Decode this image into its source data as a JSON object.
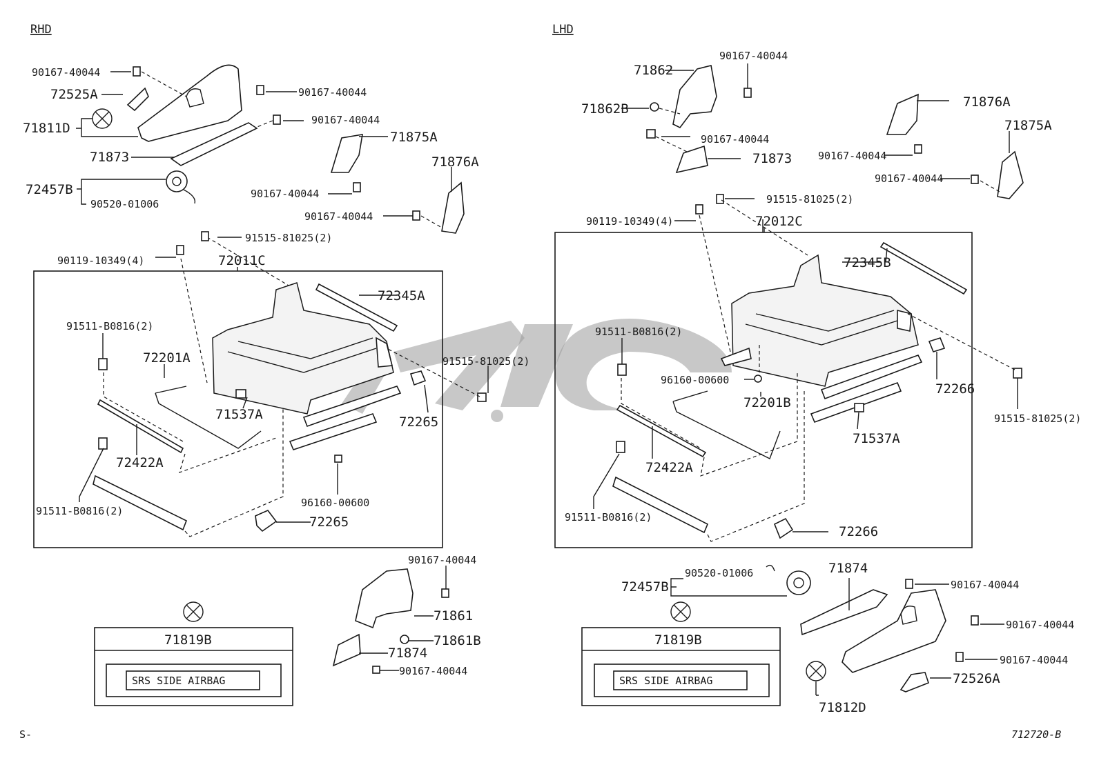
{
  "headers": {
    "left": "RHD",
    "right": "LHD"
  },
  "rhd_labels": {
    "p90167_a": "90167-40044",
    "p72525A": "72525A",
    "p71811D": "71811D",
    "p90167_b": "90167-40044",
    "p90167_c": "90167-40044",
    "p71873": "71873",
    "p71875A": "71875A",
    "p72457B": "72457B",
    "p90520": "90520-01006",
    "p71876A": "71876A",
    "p90167_d": "90167-40044",
    "p90167_e": "90167-40044",
    "p91515_top": "91515-81025(2)",
    "p90119": "90119-10349(4)",
    "p72011C": "72011C",
    "p72345A": "72345A",
    "p91511_upper": "91511-B0816(2)",
    "p72201A": "72201A",
    "p91515_right": "91515-81025(2)",
    "p71537A": "71537A",
    "p72265_right": "72265",
    "p72422A": "72422A",
    "p96160": "96160-00600",
    "p91511_lower": "91511-B0816(2)",
    "p72265_bottom": "72265",
    "p90167_f": "90167-40044",
    "p71861": "71861",
    "p71861B": "71861B",
    "p71874": "71874",
    "p90167_g": "90167-40044"
  },
  "lhd_labels": {
    "p71862": "71862",
    "p90167_a": "90167-40044",
    "p71862B": "71862B",
    "p90167_b": "90167-40044",
    "p71873": "71873",
    "p71876A": "71876A",
    "p71875A": "71875A",
    "p90167_c": "90167-40044",
    "p90167_d": "90167-40044",
    "p91515_top": "91515-81025(2)",
    "p90119": "90119-10349(4)",
    "p72012C": "72012C",
    "p72345B": "72345B",
    "p91511_upper": "91511-B0816(2)",
    "p96160": "96160-00600",
    "p72201B": "72201B",
    "p72266_right": "72266",
    "p91515_right": "91515-81025(2)",
    "p71537A": "71537A",
    "p72422A": "72422A",
    "p91511_lower": "91511-B0816(2)",
    "p72266_bottom": "72266",
    "p72457B": "72457B",
    "p90520": "90520-01006",
    "p71874": "71874",
    "p90167_e": "90167-40044",
    "p90167_f": "90167-40044",
    "p90167_g": "90167-40044",
    "p72526A": "72526A",
    "p71812D": "71812D"
  },
  "labels_panel": {
    "left_part": "71819B",
    "left_text": "SRS  SIDE  AIRBAG",
    "right_part": "71819B",
    "right_text": "SRS  SIDE  AIRBAG"
  },
  "footer": {
    "left": "S-",
    "right": "712720-B"
  },
  "watermark": {
    "color": "#9a9a9a"
  }
}
